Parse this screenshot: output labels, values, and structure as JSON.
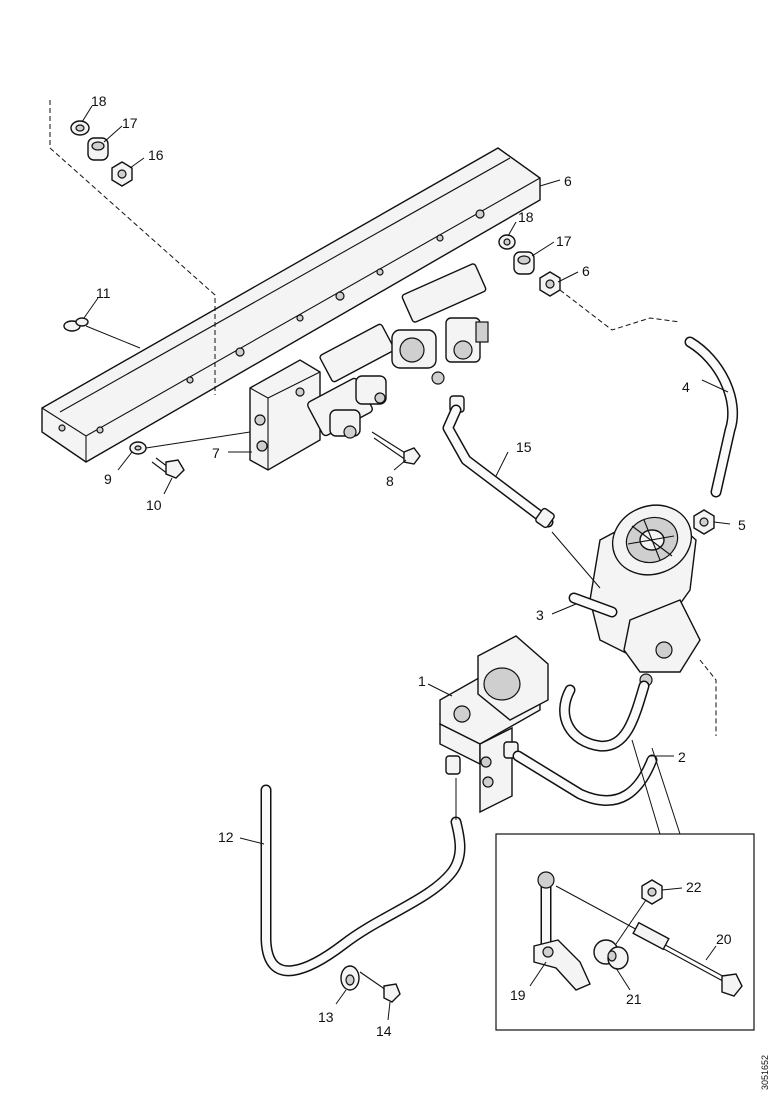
{
  "drawing_ref": "3051652",
  "callouts": [
    {
      "id": "c18a",
      "label": "18"
    },
    {
      "id": "c17a",
      "label": "17"
    },
    {
      "id": "c16",
      "label": "16"
    },
    {
      "id": "c6a",
      "label": "6"
    },
    {
      "id": "c18b",
      "label": "18"
    },
    {
      "id": "c17b",
      "label": "17"
    },
    {
      "id": "c6b",
      "label": "6"
    },
    {
      "id": "c11",
      "label": "11"
    },
    {
      "id": "c4",
      "label": "4"
    },
    {
      "id": "c7",
      "label": "7"
    },
    {
      "id": "c8",
      "label": "8"
    },
    {
      "id": "c9",
      "label": "9"
    },
    {
      "id": "c10",
      "label": "10"
    },
    {
      "id": "c15",
      "label": "15"
    },
    {
      "id": "c5",
      "label": "5"
    },
    {
      "id": "c3",
      "label": "3"
    },
    {
      "id": "c1",
      "label": "1"
    },
    {
      "id": "c2",
      "label": "2"
    },
    {
      "id": "c12",
      "label": "12"
    },
    {
      "id": "c22",
      "label": "22"
    },
    {
      "id": "c20",
      "label": "20"
    },
    {
      "id": "c19",
      "label": "19"
    },
    {
      "id": "c21",
      "label": "21"
    },
    {
      "id": "c13",
      "label": "13"
    },
    {
      "id": "c14",
      "label": "14"
    }
  ]
}
